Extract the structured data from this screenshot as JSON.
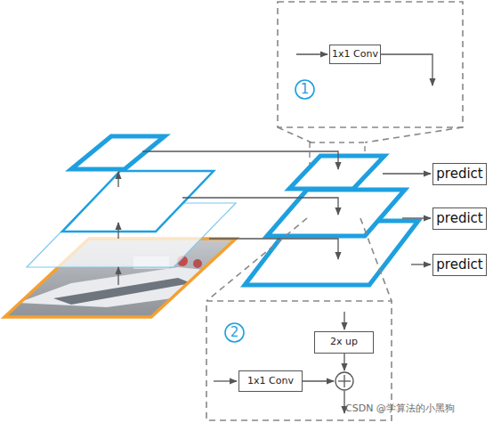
{
  "diagram": {
    "nodes": [
      {
        "text": [
          "1x1 Conv"
        ]
      },
      {
        "text": [
          "1"
        ]
      },
      {
        "text": [
          "predict"
        ]
      },
      {
        "text": [
          "predict"
        ]
      },
      {
        "text": [
          "predict"
        ]
      },
      {
        "text": [
          "2"
        ]
      },
      {
        "text": [
          "2x up"
        ]
      },
      {
        "text": [
          "1x1 Conv"
        ]
      }
    ],
    "labels": [
      "CSDN @学算法的小黑狗"
    ]
  }
}
